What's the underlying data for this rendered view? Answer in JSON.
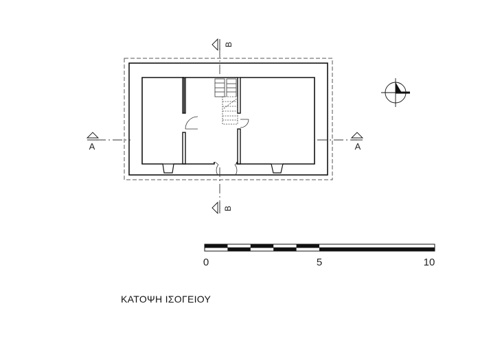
{
  "plan": {
    "title": "ΚΑΤΟΨΗ ΙΣΟΓΕΙΟΥ",
    "section_a_label": "Α",
    "section_b_label": "Β"
  },
  "scale_bar": {
    "unit_labels": [
      "0",
      "5",
      "10"
    ]
  },
  "colors": {
    "line": "#111111",
    "thin_line": "#555555",
    "hatch": "#666666"
  },
  "icons": {
    "north_arrow": "compass-icon"
  }
}
